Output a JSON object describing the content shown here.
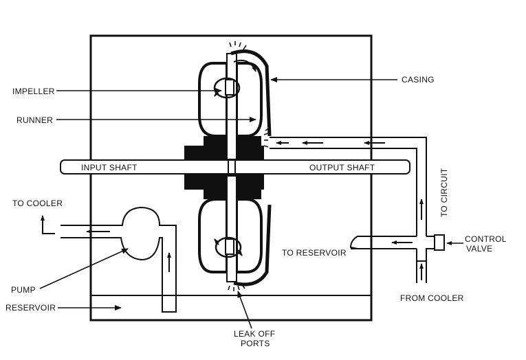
{
  "labels": {
    "impeller": "IMPELLER",
    "runner": "RUNNER",
    "casing": "CASING",
    "input_shaft": "INPUT SHAFT",
    "output_shaft": "OUTPUT SHAFT",
    "to_cooler": "TO COOLER",
    "to_circuit": "TO CIRCUIT",
    "control_valve_line1": "CONTROL",
    "control_valve_line2": "VALVE",
    "to_reservoir": "TO RESERVOIR",
    "pump": "PUMP",
    "reservoir": "RESERVOIR",
    "from_cooler": "FROM COOLER",
    "leak_off_line1": "LEAK OFF",
    "leak_off_line2": "PORTS"
  },
  "colors": {
    "ink": "#111111",
    "background": "#ffffff"
  }
}
